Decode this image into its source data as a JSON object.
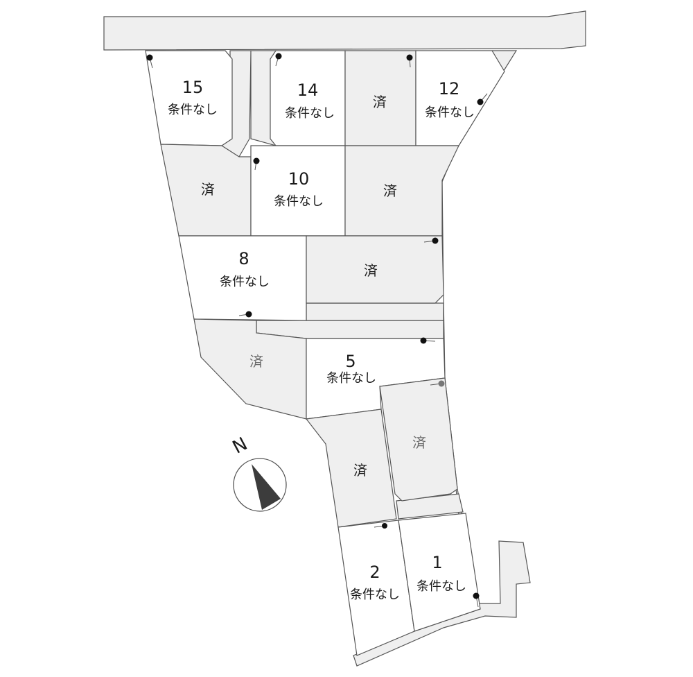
{
  "lots": [
    {
      "id": "lot-15",
      "number": "15",
      "condition": "条件なし",
      "sold": false
    },
    {
      "id": "lot-14",
      "number": "14",
      "condition": "条件なし",
      "sold": false
    },
    {
      "id": "lot-13",
      "status": "済",
      "sold": true
    },
    {
      "id": "lot-12",
      "number": "12",
      "condition": "条件なし",
      "sold": false
    },
    {
      "id": "lot-11",
      "status": "済",
      "sold": true
    },
    {
      "id": "lot-10",
      "number": "10",
      "condition": "条件なし",
      "sold": false
    },
    {
      "id": "lot-9",
      "status": "済",
      "sold": true
    },
    {
      "id": "lot-8",
      "number": "8",
      "condition": "条件なし",
      "sold": false
    },
    {
      "id": "lot-7",
      "status": "済",
      "sold": true
    },
    {
      "id": "lot-6",
      "status": "済",
      "sold": true
    },
    {
      "id": "lot-5",
      "number": "5",
      "condition": "条件なし",
      "sold": false
    },
    {
      "id": "lot-4",
      "status": "済",
      "sold": true
    },
    {
      "id": "lot-3",
      "status": "済",
      "sold": true
    },
    {
      "id": "lot-2",
      "number": "2",
      "condition": "条件なし",
      "sold": false
    },
    {
      "id": "lot-1",
      "number": "1",
      "condition": "条件なし",
      "sold": false
    }
  ],
  "compass": {
    "label": "N"
  },
  "colors": {
    "road": "#efefef",
    "sold_lot": "#efefef",
    "available_lot": "#ffffff",
    "outline": "#555555",
    "compass_needle": "#3c3c3c"
  }
}
